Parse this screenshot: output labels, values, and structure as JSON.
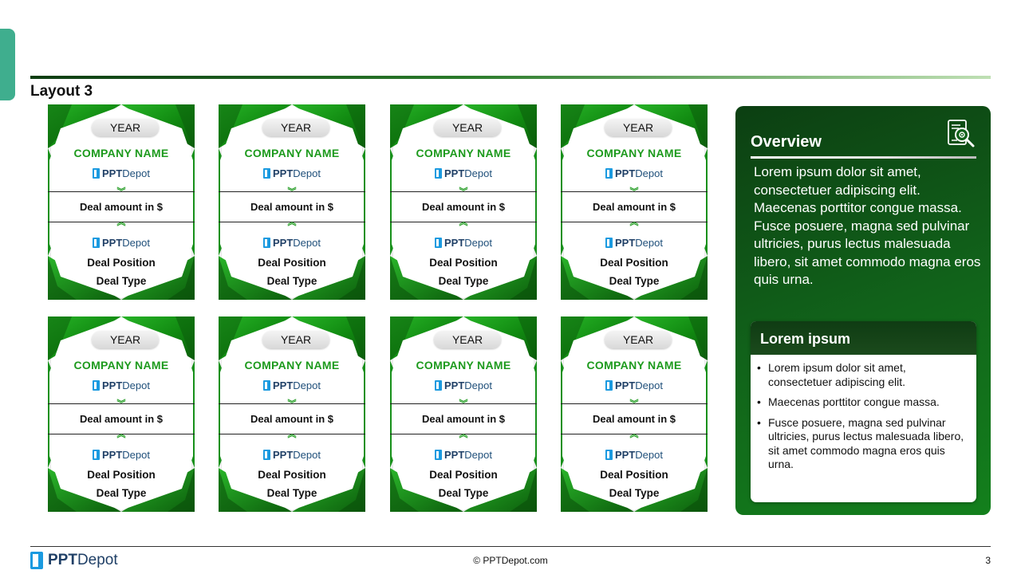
{
  "slide": {
    "title": "Layout 3",
    "page_number": "3",
    "copyright": "© PPTDepot.com"
  },
  "brand": {
    "logo_bold": "PPT",
    "logo_light": "Depot",
    "accent": "#1d9a1d",
    "panel_green": "#11621a"
  },
  "cards": [
    {
      "year": "YEAR",
      "company": "COMPANY NAME",
      "deal": "Deal amount in $",
      "position": "Deal Position",
      "type": "Deal Type"
    },
    {
      "year": "YEAR",
      "company": "COMPANY NAME",
      "deal": "Deal amount in $",
      "position": "Deal Position",
      "type": "Deal Type"
    },
    {
      "year": "YEAR",
      "company": "COMPANY NAME",
      "deal": "Deal amount in $",
      "position": "Deal Position",
      "type": "Deal Type"
    },
    {
      "year": "YEAR",
      "company": "COMPANY NAME",
      "deal": "Deal amount in $",
      "position": "Deal Position",
      "type": "Deal Type"
    },
    {
      "year": "YEAR",
      "company": "COMPANY NAME",
      "deal": "Deal amount in $",
      "position": "Deal Position",
      "type": "Deal Type"
    },
    {
      "year": "YEAR",
      "company": "COMPANY NAME",
      "deal": "Deal amount in $",
      "position": "Deal Position",
      "type": "Deal Type"
    },
    {
      "year": "YEAR",
      "company": "COMPANY NAME",
      "deal": "Deal amount in $",
      "position": "Deal Position",
      "type": "Deal Type"
    },
    {
      "year": "YEAR",
      "company": "COMPANY NAME",
      "deal": "Deal amount in $",
      "position": "Deal Position",
      "type": "Deal Type"
    }
  ],
  "overview": {
    "title": "Overview",
    "icon": "document-search-icon",
    "text": "Lorem ipsum dolor sit amet, consectetuer adipiscing elit. Maecenas porttitor congue massa. Fusce posuere, magna sed pulvinar ultricies, purus lectus malesuada libero, sit amet commodo magna eros quis urna.",
    "box_title": "Lorem ipsum",
    "bullets": [
      "Lorem ipsum dolor sit amet, consectetuer adipiscing elit.",
      "Maecenas porttitor congue massa.",
      "Fusce posuere, magna sed pulvinar ultricies, purus lectus malesuada libero, sit amet commodo magna eros quis urna."
    ]
  }
}
